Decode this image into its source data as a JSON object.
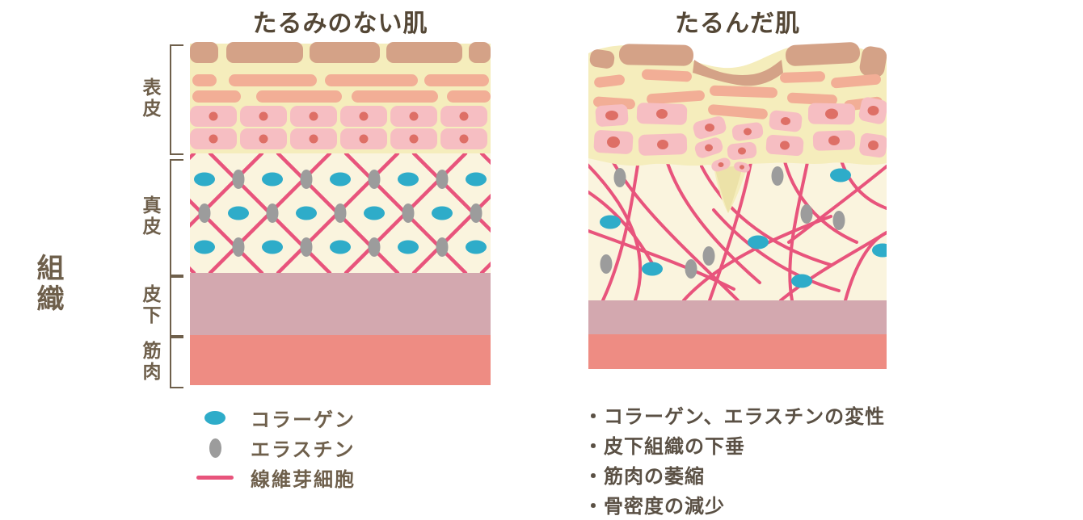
{
  "titles": {
    "left": "たるみのない肌",
    "right": "たるんだ肌"
  },
  "tissue_label": "組織",
  "layers": [
    {
      "label": "表皮"
    },
    {
      "label": "真皮"
    },
    {
      "label": "皮下"
    },
    {
      "label": "筋肉"
    }
  ],
  "legend": [
    {
      "swatch": "collagen-ellipse",
      "label": "コラーゲン",
      "color": "#2EACC9"
    },
    {
      "swatch": "elastin-ellipse",
      "label": "エラスチン",
      "color": "#9C9C9C"
    },
    {
      "swatch": "fibroblast-line",
      "label": "線維芽細胞",
      "color": "#E8547C"
    }
  ],
  "sagging_causes": [
    "・コラーゲン、エラスチンの変性",
    "・皮下組織の下垂",
    "・筋肉の萎縮",
    "・骨密度の減少"
  ],
  "colors": {
    "epidermis_bg": "#F5EDBC",
    "sag_wedge": "#ECE2A8",
    "dermis_bg": "#FAF4DE",
    "corneum": "#D4A287",
    "granular": "#F2AE96",
    "cell": "#F6BEC2",
    "nucleus": "#DE6F66",
    "fiber": "#E8547C",
    "collagen": "#2EACC9",
    "elastin": "#9C9C9C",
    "subcutis": "#D3A8AF",
    "muscle": "#EE8C83",
    "title_text": "#544736",
    "label_text": "#6E5F4B",
    "list_text": "#5A5044",
    "bracket": "#6E5F4B"
  }
}
